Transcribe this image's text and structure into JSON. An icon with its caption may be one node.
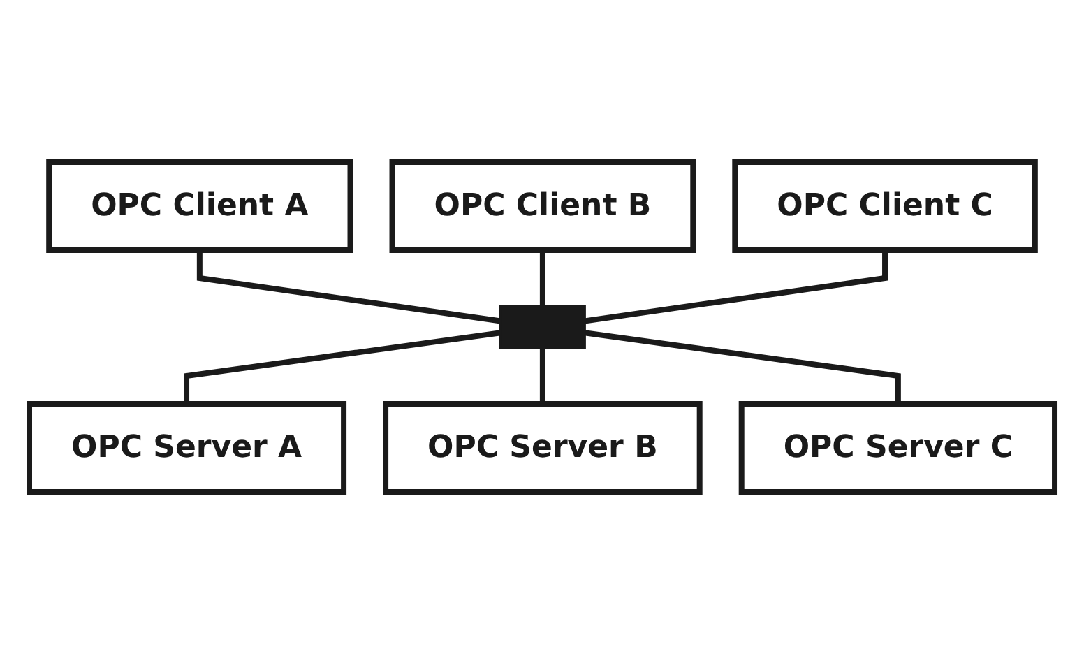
{
  "diagram": {
    "nodes": [
      {
        "text": [
          "OPC Client A"
        ]
      },
      {
        "text": [
          "OPC Client B"
        ]
      },
      {
        "text": [
          "OPC Client C"
        ]
      },
      {
        "text": [],
        "shape": "bar"
      },
      {
        "text": [
          "OPC Server A"
        ]
      },
      {
        "text": [
          "OPC Server B"
        ]
      },
      {
        "text": [
          "OPC Server C"
        ]
      }
    ],
    "edges": [
      {
        "from": 0,
        "to": 3,
        "arrow": "none"
      },
      {
        "from": 1,
        "to": 3,
        "arrow": "none"
      },
      {
        "from": 2,
        "to": 3,
        "arrow": "none"
      },
      {
        "from": 3,
        "to": 4,
        "arrow": "none"
      },
      {
        "from": 3,
        "to": 5,
        "arrow": "none"
      },
      {
        "from": 3,
        "to": 6,
        "arrow": "none"
      }
    ]
  }
}
